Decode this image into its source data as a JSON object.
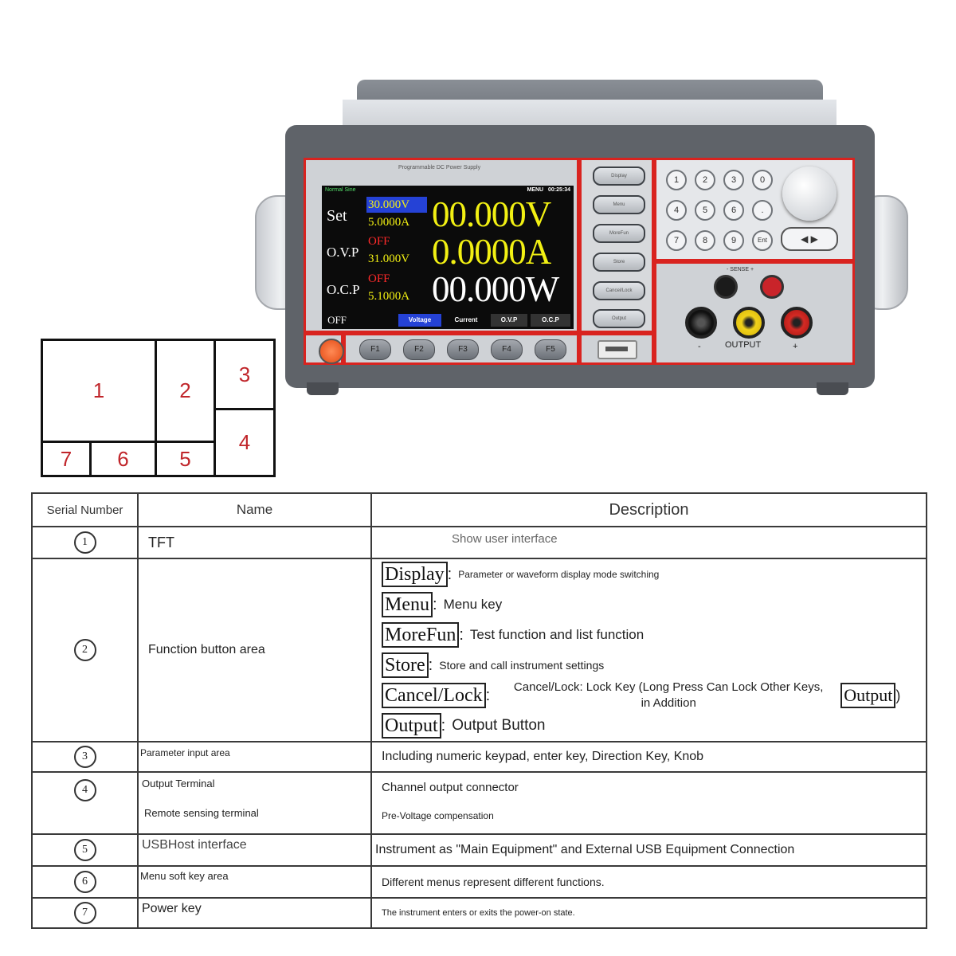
{
  "device": {
    "screen_caption": "Programmable DC Power Supply",
    "status_left": "Normal Sine",
    "status_right": "00:25:34",
    "status_mid": "MENU",
    "labels": {
      "set": "Set",
      "ovp": "O.V.P",
      "ocp": "O.C.P"
    },
    "set_voltage": "30.000V",
    "set_current": "5.0000A",
    "ovp_state": "OFF",
    "ovp_value": "31.000V",
    "ocp_state": "OFF",
    "ocp_value": "5.1000A",
    "meter_voltage": "00.000V",
    "meter_current": "0.0000A",
    "meter_power": "00.000W",
    "out_state": "OFF",
    "softmenu": [
      "Voltage",
      "Current",
      "O.V.P",
      "O.C.P"
    ],
    "fkeys": [
      "F1",
      "F2",
      "F3",
      "F4",
      "F5"
    ],
    "menu_keys": [
      "Display",
      "Menu",
      "MoreFun",
      "Store",
      "Cancel/Lock",
      "Output"
    ],
    "numpad": [
      "1",
      "2",
      "3",
      "0",
      "4",
      "5",
      "6",
      ".",
      "7",
      "8",
      "9",
      "Ent"
    ],
    "arrows": "◀ ▶",
    "sense_label": "- SENSE +",
    "output_label": "OUTPUT",
    "minus": "-",
    "plus": "+"
  },
  "map": {
    "cells": [
      "1",
      "2",
      "3",
      "4",
      "5",
      "6",
      "7"
    ]
  },
  "table": {
    "headers": [
      "Serial Number",
      "Name",
      "Description"
    ],
    "rows": [
      {
        "num": "1",
        "name": "TFT",
        "desc": "Show user interface"
      },
      {
        "num": "2",
        "name": "Function button area",
        "keys": [
          {
            "key": "Display",
            "sep": ":",
            "text": "Parameter or waveform display mode switching"
          },
          {
            "key": "Menu",
            "sep": ":",
            "text": "Menu key"
          },
          {
            "key": "MoreFun",
            "sep": ":",
            "text": "Test function and list function"
          },
          {
            "key": "Store",
            "sep": ":",
            "text": "Store and call instrument settings"
          },
          {
            "key": "Cancel/Lock",
            "sep": ":",
            "text": "Cancel/Lock: Lock Key (Long Press Can Lock Other Keys, in Addition",
            "tail_key": "Output",
            "tail": ")"
          },
          {
            "key": "Output",
            "sep": ":",
            "text": "Output Button"
          }
        ]
      },
      {
        "num": "3",
        "name": "Parameter input area",
        "desc": "Including numeric keypad, enter key, Direction Key, Knob"
      },
      {
        "num": "4",
        "name": "Output Terminal",
        "name2": "Remote sensing terminal",
        "desc": "Channel output connector",
        "desc2": "Pre-Voltage compensation"
      },
      {
        "num": "5",
        "name": "USBHost interface",
        "desc": "Instrument as \"Main Equipment\" and External USB Equipment Connection"
      },
      {
        "num": "6",
        "name": "Menu soft key area",
        "desc": "Different menus represent different functions."
      },
      {
        "num": "7",
        "name": "Power key",
        "desc": "The instrument enters or exits the power-on state."
      }
    ]
  }
}
